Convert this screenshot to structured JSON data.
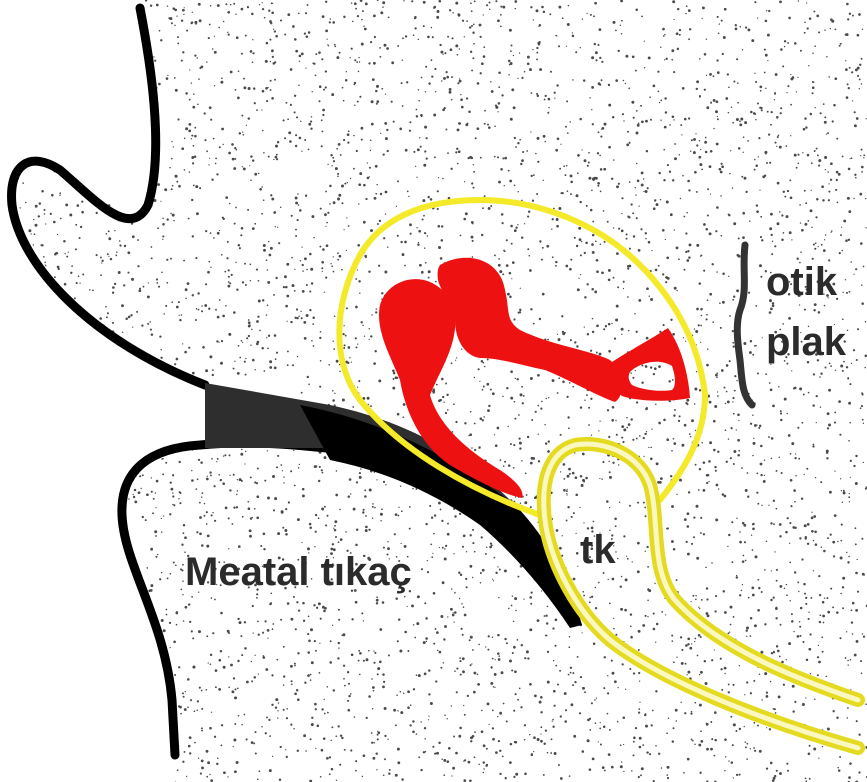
{
  "labels": {
    "meatal_plug": "Meatal tıkaç",
    "tk": "tk",
    "otic_line1": "otik",
    "otic_line2": "plak"
  },
  "colors": {
    "background": "#ffffff",
    "stipple": "#4a4a4a",
    "outline": "#000000",
    "meatal_plug_fill": "#2e2e2e",
    "otic_capsule": "#f4ea2a",
    "ossicles": "#ee1111",
    "label_text": "#2b2b2b"
  }
}
